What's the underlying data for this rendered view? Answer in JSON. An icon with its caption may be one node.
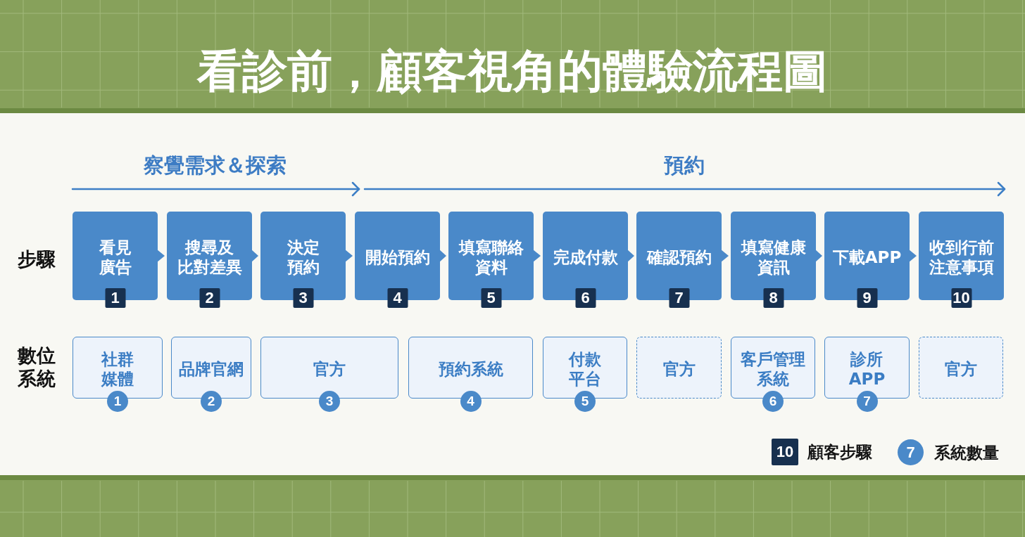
{
  "diagram": {
    "title": "看診前，顧客視角的體驗流程圖",
    "nodes": [
      {
        "text": [
          "看見廣告",
          "1"
        ]
      },
      {
        "text": [
          "搜尋及比對差異",
          "2"
        ]
      },
      {
        "text": [
          "決定預約",
          "3"
        ]
      },
      {
        "text": [
          "開始預約",
          "4"
        ]
      },
      {
        "text": [
          "填寫聯絡資料",
          "5"
        ]
      },
      {
        "text": [
          "完成付款",
          "6"
        ]
      },
      {
        "text": [
          "確認預約",
          "7"
        ]
      },
      {
        "text": [
          "填寫健康資訊",
          "8"
        ]
      },
      {
        "text": [
          "下載APP",
          "9"
        ]
      },
      {
        "text": [
          "收到行前注意事項",
          "10"
        ]
      },
      {
        "text": [
          "社群媒體",
          "1"
        ]
      },
      {
        "text": [
          "品牌官網",
          "2"
        ]
      },
      {
        "text": [
          "官方",
          "3"
        ]
      },
      {
        "text": [
          "預約系統",
          "4"
        ]
      },
      {
        "text": [
          "付款平台",
          "5"
        ]
      },
      {
        "text": [
          "官方"
        ]
      },
      {
        "text": [
          "客戶管理系統",
          "6"
        ]
      },
      {
        "text": [
          "診所APP",
          "7"
        ]
      },
      {
        "text": [
          "官方"
        ]
      }
    ],
    "edges": [
      {
        "from": 0,
        "to": 1,
        "arrow": "to"
      },
      {
        "from": 1,
        "to": 2,
        "arrow": "to"
      },
      {
        "from": 2,
        "to": 3,
        "arrow": "to"
      },
      {
        "from": 3,
        "to": 4,
        "arrow": "to"
      },
      {
        "from": 4,
        "to": 5,
        "arrow": "to"
      },
      {
        "from": 5,
        "to": 6,
        "arrow": "to"
      },
      {
        "from": 6,
        "to": 7,
        "arrow": "to"
      },
      {
        "from": 7,
        "to": 8,
        "arrow": "to"
      },
      {
        "from": 8,
        "to": 9,
        "arrow": "to"
      }
    ],
    "labels": [
      "察覺需求＆探索",
      "預約",
      "步驟",
      "數位系統",
      "10",
      "7"
    ],
    "legend": [
      {
        "text": "顧客步驟",
        "color": "#17304f"
      },
      {
        "text": "系統數量",
        "color": "#4a89c9"
      }
    ]
  }
}
